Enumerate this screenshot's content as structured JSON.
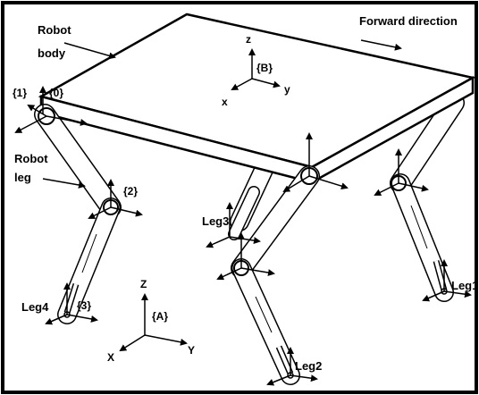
{
  "labels": {
    "robot_body_line1": "Robot",
    "robot_body_line2": "body",
    "forward_direction": "Forward direction",
    "frame_1": "{1}",
    "frame_0": "{0}",
    "frame_2": "{2}",
    "frame_3": "{3}",
    "frame_B": "{B}",
    "frame_A": "{A}",
    "robot_leg_line1": "Robot",
    "robot_leg_line2": "leg",
    "leg1": "Leg1",
    "leg2": "Leg2",
    "leg3": "Leg3",
    "leg4": "Leg4",
    "axis_B_z": "z",
    "axis_B_x": "x",
    "axis_B_y": "y",
    "axis_A_z": "Z",
    "axis_A_x": "X",
    "axis_A_y": "Y"
  }
}
